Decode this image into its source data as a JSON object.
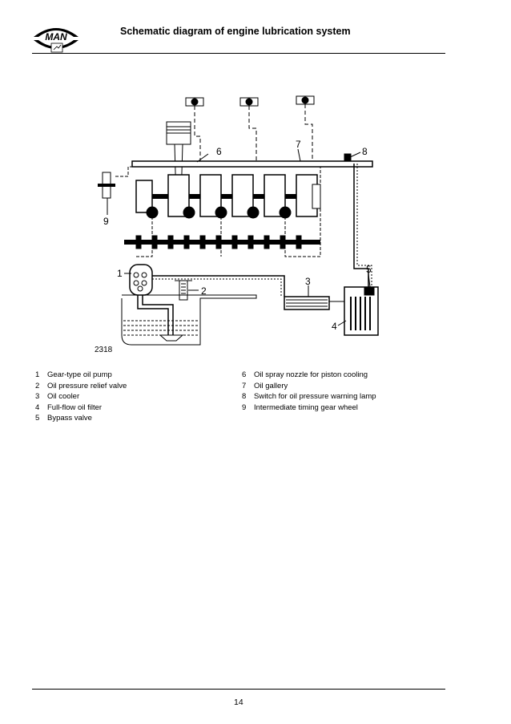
{
  "header": {
    "logo_text": "MAN",
    "title": "Schematic diagram of engine lubrication system"
  },
  "figure": {
    "callouts": [
      "1",
      "2",
      "3",
      "4",
      "5",
      "6",
      "7",
      "8",
      "9"
    ],
    "figure_number": "2318"
  },
  "legend": {
    "left": [
      {
        "num": "1",
        "label": "Gear-type oil pump"
      },
      {
        "num": "2",
        "label": "Oil pressure relief valve"
      },
      {
        "num": "3",
        "label": "Oil cooler"
      },
      {
        "num": "4",
        "label": "Full-flow oil filter"
      },
      {
        "num": "5",
        "label": "Bypass valve"
      }
    ],
    "right": [
      {
        "num": "6",
        "label": "Oil spray nozzle for piston cooling"
      },
      {
        "num": "7",
        "label": "Oil gallery"
      },
      {
        "num": "8",
        "label": "Switch for oil pressure warning lamp"
      },
      {
        "num": "9",
        "label": "Intermediate timing gear wheel"
      }
    ]
  },
  "footer": {
    "page_number": "14"
  }
}
